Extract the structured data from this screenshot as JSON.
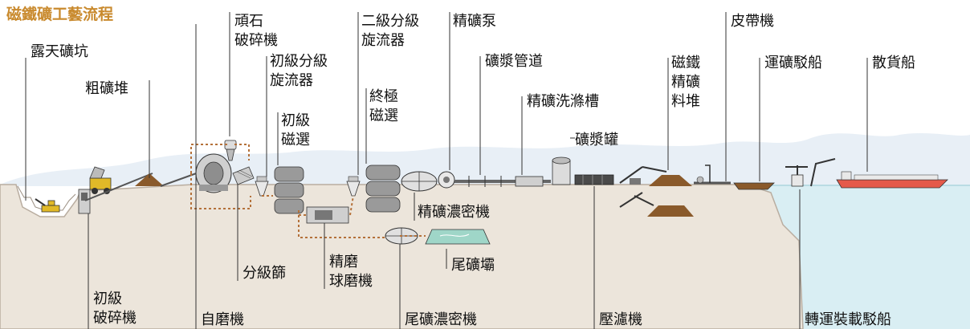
{
  "title": "磁鐵礦工藝流程",
  "colors": {
    "title": "#c98a2e",
    "ground": "#e9e2d9",
    "ground_line": "#b9ada0",
    "sea": "#d9eef3",
    "sky": "#e8eff6",
    "flow_arrow": "#b4713a",
    "ship_hull": "#e55a4a",
    "ore_pile": "#8a5a2b",
    "leader": "#333333"
  },
  "labels": {
    "open_pit": "露天礦坑",
    "crude_stockpile": "粗礦堆",
    "primary_crusher": [
      "初級",
      "破碎機"
    ],
    "ag_mill": "自磨機",
    "pebble_crusher": [
      "頑石",
      "破碎機"
    ],
    "primary_cyclone": [
      "初級分級",
      "旋流器"
    ],
    "primary_mag_sep": [
      "初級",
      "磁選"
    ],
    "classifying_screen": "分級篩",
    "regrind_ball_mill": [
      "精磨",
      "球磨機"
    ],
    "secondary_cyclone": [
      "二級分級",
      "旋流器"
    ],
    "final_mag_sep": [
      "終極",
      "磁選"
    ],
    "tailings_thickener": "尾礦濃密機",
    "concentrate_pump": "精礦泵",
    "concentrate_thickener": "精礦濃密機",
    "tailings_dam": "尾礦壩",
    "slurry_pipeline": "礦漿管道",
    "concentrate_wash_tank": "精礦洗滌槽",
    "slurry_tank": "礦漿罐",
    "filter_press": "壓濾機",
    "magnetite_stockpile": [
      "磁鐵",
      "精礦",
      "料堆"
    ],
    "belt_conveyor": "皮帶機",
    "ore_barge": "運礦駁船",
    "bulk_carrier": "散貨船",
    "transshipment_barge": "轉運裝載駁船"
  }
}
